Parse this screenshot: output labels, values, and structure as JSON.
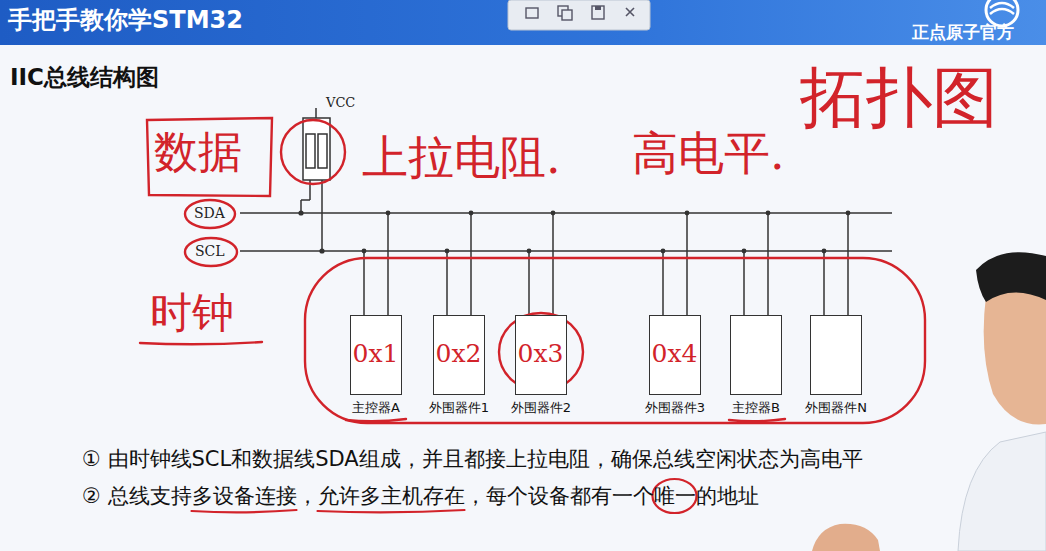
{
  "diagram": {
    "title": "IIC总线结构图",
    "nodes": [
      {
        "text": [
          "0x1",
          "主控器A"
        ]
      },
      {
        "text": [
          "0x2",
          "外围器件1"
        ]
      },
      {
        "text": [
          "0x3",
          "外围器件2"
        ]
      },
      {
        "text": [
          "0x4",
          "外围器件3"
        ]
      },
      {
        "text": [
          "主控器B"
        ]
      },
      {
        "text": [
          "外围器件N"
        ]
      }
    ],
    "labels": [
      "手把手教你学STM32",
      "正点原子官方",
      "VCC",
      "SDA",
      "SCL",
      "数据",
      "上拉电阻.",
      "高电平.",
      "拓扑图",
      "时钟",
      "① 由时钟线SCL和数据线SDA组成，并且都接上拉电阻，确保总线空闲状态为高电平",
      "② 总线支持多设备连接，允许多主机存在，每个设备都有一个唯一的地址"
    ]
  }
}
